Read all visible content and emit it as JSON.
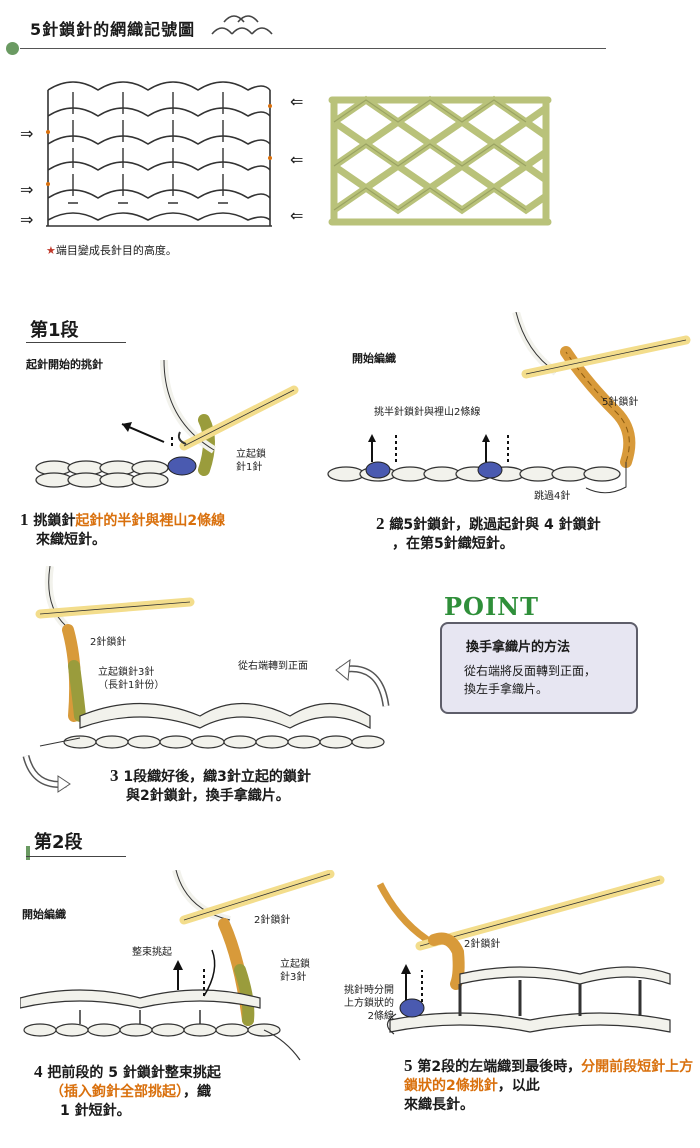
{
  "header": {
    "title": "5針鎖針的網織記號圖",
    "note_star": "★",
    "note": "端目變成長針目的高度。"
  },
  "row_arrows": [
    "⇒",
    "⇐",
    "⇒",
    "⇐",
    "⇒",
    "⇐"
  ],
  "section1": {
    "title": "第1段",
    "sub_left": "起針開始的挑針",
    "sub_right": "開始編織",
    "labels": {
      "standing_chain_1": "立起鎖\n針1針",
      "pick_half": "挑半針鎖針與裡山2條線",
      "chain5": "5針鎖針",
      "skip4": "跳過4針",
      "chain2": "2針鎖針",
      "standing_chain_3": "立起鎖針3針\n（長針1針份）",
      "turn_right": "從右端轉到正面"
    },
    "steps": [
      {
        "n": "1",
        "pre": "挑鎖針",
        "hl": "起針的半針與裡山2條線",
        "post": "來織短針。"
      },
      {
        "n": "2",
        "line1": "織5針鎖針，跳過起針與 4 針鎖針",
        "line2": "，在第5針織短針。"
      },
      {
        "n": "3",
        "line1": "1段織好後，織3針立起的鎖針",
        "line2": "與2針鎖針，換手拿織片。"
      }
    ]
  },
  "point": {
    "word": "POINT",
    "head": "換手拿織片的方法",
    "body1": "從右端將反面轉到正面，",
    "body2": "換左手拿織片。"
  },
  "section2": {
    "title": "第2段",
    "sub_left": "開始編織",
    "labels": {
      "bundle": "整束挑起",
      "chain2a": "2針鎖針",
      "standing_chain_3": "立起鎖\n針3針",
      "chain2b": "2針鎖針",
      "split": "挑針時分開\n上方鎖狀的\n2條線"
    },
    "steps": [
      {
        "n": "4",
        "line1": "把前段的 5 針鎖針整束挑起",
        "hl": "（插入鉤針全部挑起）",
        "post": "，織",
        "line3": "1 針短針。"
      },
      {
        "n": "5",
        "pre": "第2段的左端織到最後時，",
        "hl": "分開前段短針上方鎖狀的2條挑針",
        "post": "，以此",
        "line3": "來織長針。"
      }
    ]
  },
  "colors": {
    "accent": "#d9700d",
    "green": "#2f8f3a",
    "yarn": "#c3c98a",
    "hook": "#f3dd8c",
    "blue": "#4a5ab0"
  }
}
